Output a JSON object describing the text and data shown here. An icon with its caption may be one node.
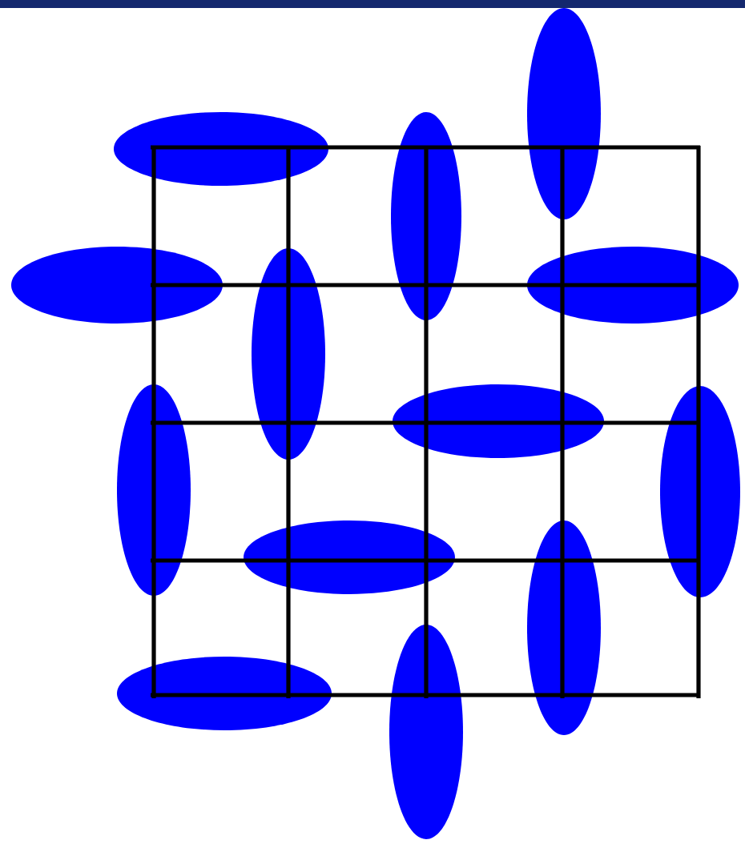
{
  "diagram": {
    "nodes": [
      {
        "text": [],
        "shape": "ellipse"
      },
      {
        "text": [],
        "shape": "ellipse"
      },
      {
        "text": [],
        "shape": "ellipse"
      },
      {
        "text": [],
        "shape": "ellipse"
      },
      {
        "text": [],
        "shape": "ellipse"
      },
      {
        "text": [],
        "shape": "ellipse"
      },
      {
        "text": [],
        "shape": "ellipse"
      },
      {
        "text": [],
        "shape": "ellipse"
      },
      {
        "text": [],
        "shape": "ellipse"
      },
      {
        "text": [],
        "shape": "ellipse"
      },
      {
        "text": [],
        "shape": "ellipse"
      },
      {
        "text": [],
        "shape": "ellipse"
      },
      {
        "text": [],
        "shape": "ellipse"
      }
    ]
  }
}
